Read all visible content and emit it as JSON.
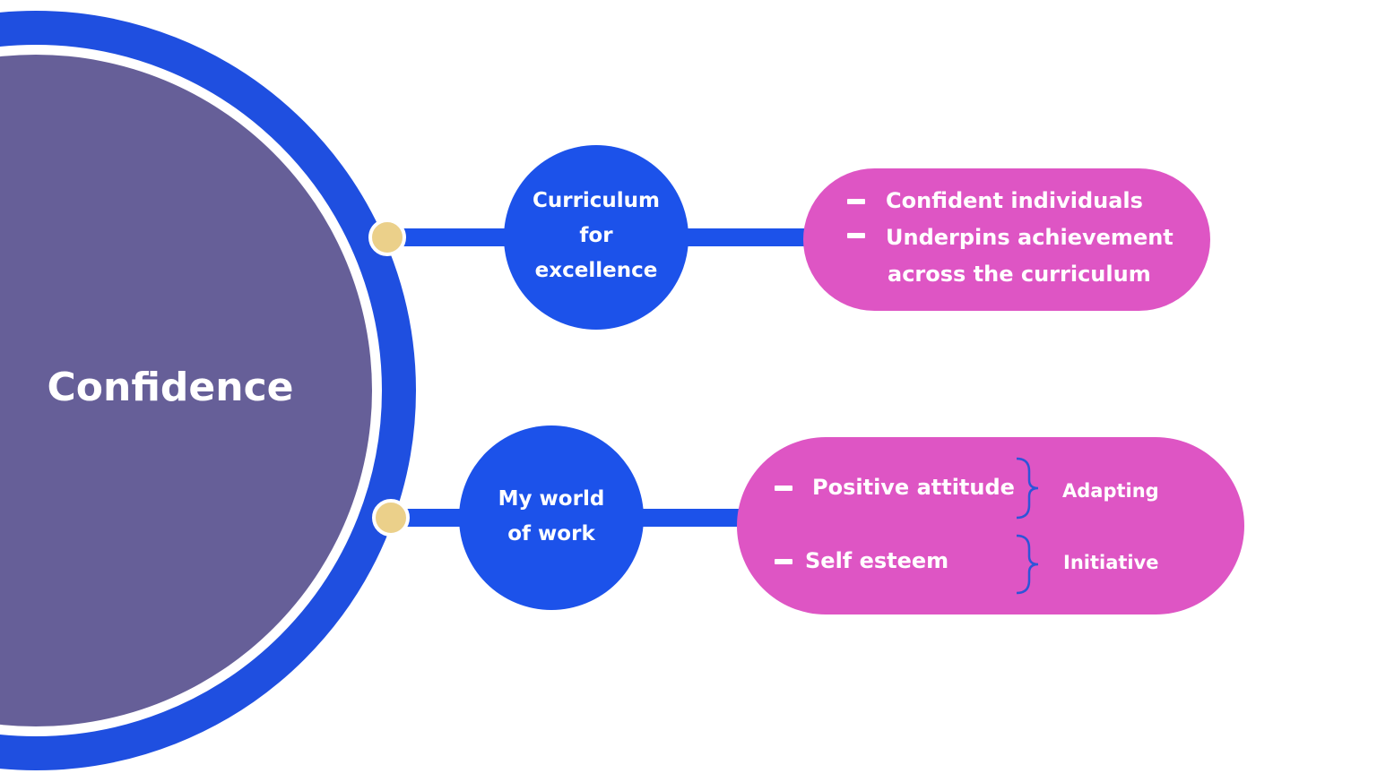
{
  "main_topic": {
    "label": "Confidence"
  },
  "branches": [
    {
      "label_lines": [
        "Curriculum",
        "for",
        "excellence"
      ],
      "details": {
        "bullets": [
          {
            "text_lines": [
              "Confident individuals"
            ]
          },
          {
            "text_lines": [
              "Underpins achievement",
              "across the curriculum"
            ]
          }
        ]
      }
    },
    {
      "label_lines": [
        "My world",
        "of work"
      ],
      "details": {
        "rows": [
          {
            "item": "Positive attitude",
            "grouped_as": "Adapting"
          },
          {
            "item": "Self esteem",
            "grouped_as": "Initiative"
          }
        ]
      }
    }
  ],
  "colors": {
    "main_circle_fill": "#665f98",
    "outer_ring": "#1f4fe0",
    "branch_node": "#1c52ea",
    "connector_line": "#1c52ea",
    "connector_dot": "#ebd08a",
    "detail_pill": "#de55c4",
    "brace_stroke": "#2e55d8",
    "text": "#ffffff"
  }
}
